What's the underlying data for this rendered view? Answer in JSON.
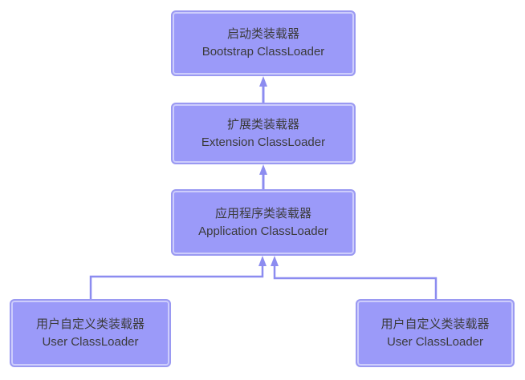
{
  "diagram": {
    "type": "flowchart",
    "background_color": "#ffffff",
    "node_fill_color": "#9b9af9",
    "node_border_color": "#9a99f2",
    "connector_color": "#8c8cf0",
    "text_color": "#3b3b3b",
    "nodes": [
      {
        "id": "bootstrap",
        "label_zh": "启动类装载器",
        "label_en": "Bootstrap ClassLoader"
      },
      {
        "id": "extension",
        "label_zh": "扩展类装载器",
        "label_en": "Extension ClassLoader"
      },
      {
        "id": "application",
        "label_zh": "应用程序类装载器",
        "label_en": "Application ClassLoader"
      },
      {
        "id": "user_left",
        "label_zh": "用户自定义类装载器",
        "label_en": "User ClassLoader"
      },
      {
        "id": "user_right",
        "label_zh": "用户自定义类装载器",
        "label_en": "User ClassLoader"
      }
    ],
    "edges": [
      {
        "from": "extension",
        "to": "bootstrap",
        "style": "straight-up-arrow"
      },
      {
        "from": "application",
        "to": "extension",
        "style": "straight-up-arrow"
      },
      {
        "from": "user_left",
        "to": "application",
        "style": "elbow-up-arrow"
      },
      {
        "from": "user_right",
        "to": "application",
        "style": "elbow-up-arrow"
      }
    ]
  }
}
